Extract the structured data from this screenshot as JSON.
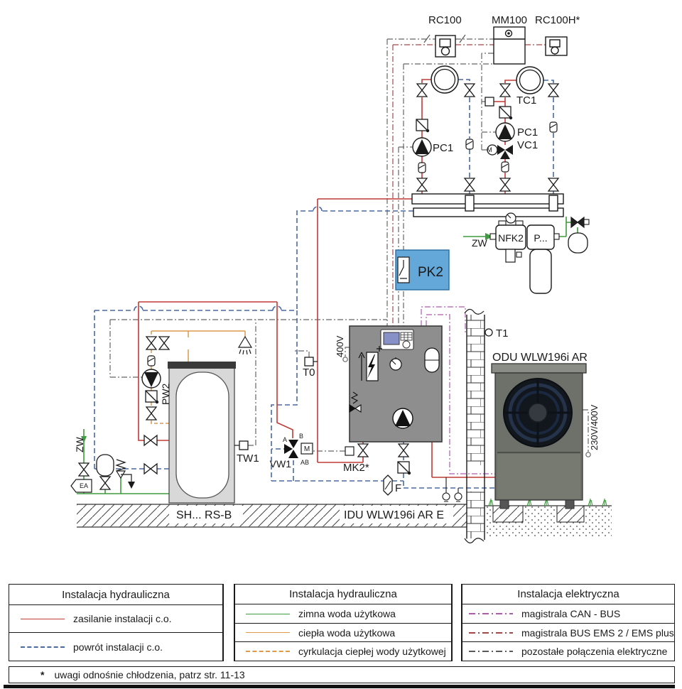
{
  "colors": {
    "pipe_supply_co": "#c03a36",
    "pipe_return_co": "#4a6aa0",
    "cold_water": "#3f9b3f",
    "hot_water": "#dc9a4a",
    "can_bus": "#ad5bad",
    "ems_bus": "#a04848",
    "electrical_other": "#666666",
    "pk2_fill": "#63a8d8",
    "idu_fill": "#8e8e8e"
  },
  "diagram": {
    "controllers": {
      "rc100": "RC100",
      "mm100": "MM100",
      "rc100h": "RC100H*"
    },
    "sensors": {
      "tc1": "TC1",
      "t0": "T0",
      "t1": "T1",
      "tw1": "TW1"
    },
    "pumps": {
      "pc1_left": "PC1",
      "pc1_right": "PC1",
      "pw2": "PW2"
    },
    "valves": {
      "vc1": "VC1",
      "vw1": "VW1",
      "mk2": "MK2*",
      "vw1_a": "A",
      "vw1_b": "B",
      "vw1_ab": "AB",
      "vw1_m": "M",
      "vc1_m": "M"
    },
    "labels": {
      "pk2": "PK2",
      "nfk2": "NFK2",
      "p_dots": "P...",
      "f": "F",
      "ea": "EA",
      "zw_top": "ZW",
      "zw_left": "ZW",
      "v400": "400V",
      "v230": "230V/400V"
    },
    "units": {
      "tank": "SH... RS-B",
      "idu": "IDU WLW196i AR E",
      "odu": "ODU WLW196i AR"
    }
  },
  "legend": {
    "tables": [
      {
        "header": "Instalacja hydrauliczna",
        "rows": [
          {
            "label": "zasilanie instalacji c.o."
          },
          {
            "label": "powrót instalacji c.o."
          }
        ]
      },
      {
        "header": "Instalacja hydrauliczna",
        "rows": [
          {
            "label": "zimna woda użytkowa"
          },
          {
            "label": "ciepła woda użytkowa"
          },
          {
            "label": "cyrkulacja ciepłej wody użytkowej"
          }
        ]
      },
      {
        "header": "Instalacja elektryczna",
        "rows": [
          {
            "label": "magistrala CAN - BUS"
          },
          {
            "label": "magistrala BUS EMS 2 / EMS plus"
          },
          {
            "label": "pozostałe połączenia elektryczne"
          }
        ]
      }
    ],
    "footnote_mark": "*",
    "footnote_text": "uwagi odnośnie chłodzenia, patrz str. 11-13"
  }
}
